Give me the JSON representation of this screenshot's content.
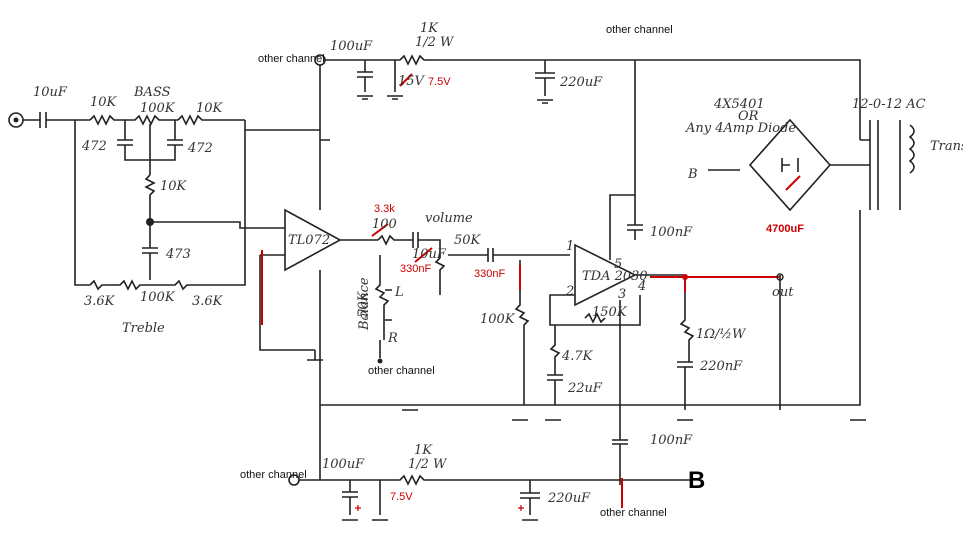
{
  "labels": {
    "in_cap": "10uF",
    "r_in": "10K",
    "bass": "BASS",
    "bass_pot": "100K",
    "r_bass_right": "10K",
    "c472_left": "472",
    "c472_right": "472",
    "r_mid": "10K",
    "c473": "473",
    "r_treb_left": "3.6K",
    "treble_pot": "100K",
    "r_treb_right": "3.6K",
    "treble": "Treble",
    "opamp": "TL072",
    "supply_cap_top": "100uF",
    "r_supply_top": "1K",
    "r_supply_top_w": "1/2 W",
    "zener_top_orig": "15V",
    "zener_top_new": "7.5V",
    "cap_220_top": "220uF",
    "other_channel_top_left": "other channel",
    "other_channel_top_mid": "other channel",
    "diodes": "4X5401",
    "diodes_or": "OR",
    "diodes_alt": "Any 4Amp Diode",
    "transformer": "12-0-12 AC",
    "trans_side": "Trans",
    "node_B_small": "B",
    "cap_4700": "4700uF",
    "r_out_new": "3.3k",
    "r_out_orig": "100",
    "volume": "volume",
    "vol_pot": "50K",
    "c_vol_orig": "10uF",
    "c_vol_new": "330nF",
    "c_in_tda": "330nF",
    "balance": "Balance",
    "balance_pot": "50K",
    "bal_L": "L",
    "bal_R": "R",
    "other_channel_balance": "other channel",
    "r_100k_tda": "100K",
    "tda": "TDA 2030",
    "pin1": "1",
    "pin2": "2",
    "pin3": "3",
    "pin4": "4",
    "pin5": "5",
    "c100nf_tda": "100nF",
    "r150k": "150K",
    "r47k": "4.7K",
    "c22uf": "22uF",
    "r1ohm": "1Ω/½W",
    "c220nf": "220nF",
    "out": "out",
    "c100nf_bottom": "100nF",
    "supply_cap_bottom": "100uF",
    "r_supply_bottom": "1K",
    "r_supply_bottom_w": "1/2 W",
    "zener_bottom_new": "7.5V",
    "cap_220_bottom": "220uF",
    "other_channel_bottom_left": "other channel",
    "other_channel_bottom_right": "other channel",
    "node_B_big": "B"
  },
  "colors": {
    "wire": "#222222",
    "annotation": "#cc0000"
  }
}
